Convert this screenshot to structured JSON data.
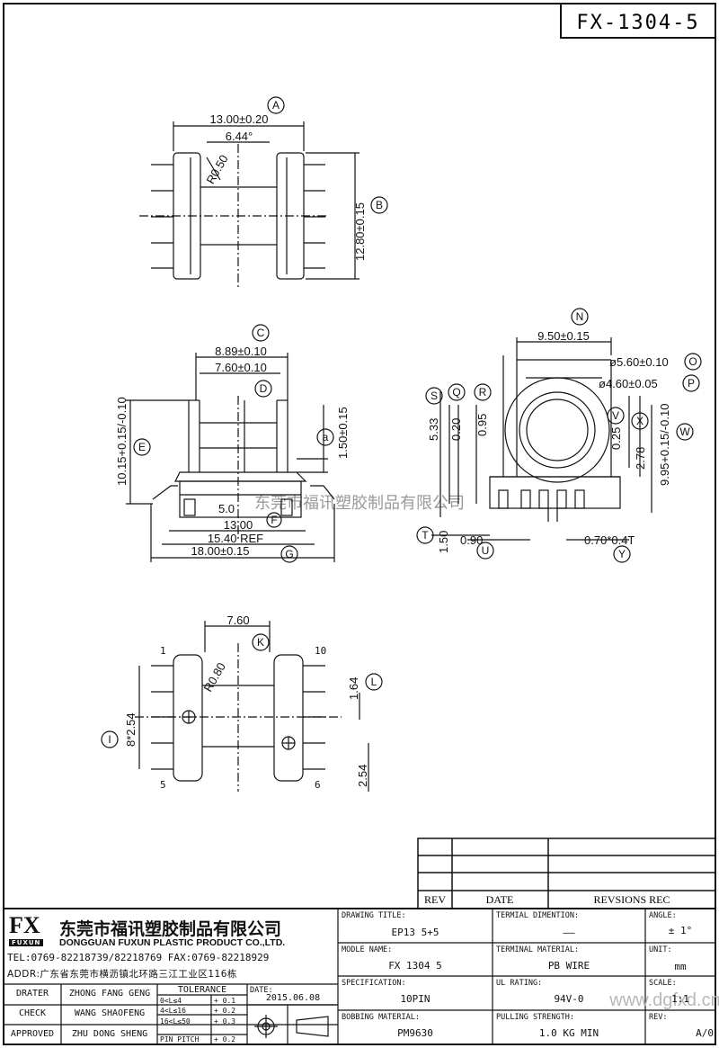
{
  "part_code": "FX-1304-5",
  "watermark_text": "东莞市福讯塑胶制品有限公司",
  "top_view": {
    "label_A": "A",
    "label_B": "B",
    "dim_width": "13.00±0.20",
    "dim_angle": "6.44°",
    "dim_radius": "R0.50",
    "dim_height": "12.80±0.15"
  },
  "front_view": {
    "label_C": "C",
    "label_D": "D",
    "label_E": "E",
    "label_F": "F",
    "label_G": "G",
    "label_a": "a",
    "dim_c": "8.89±0.10",
    "dim_d": "7.60±0.10",
    "dim_e": "10.15+0.15/-0.10",
    "dim_a": "1.50±0.15",
    "dim_f": "5.0",
    "dim_13": "13.00",
    "dim_ref": "15.40 REF",
    "dim_g": "18.00±0.15"
  },
  "side_view": {
    "label_N": "N",
    "label_O": "O",
    "label_P": "P",
    "label_S": "S",
    "label_Q": "Q",
    "label_R": "R",
    "label_V": "V",
    "label_X": "X",
    "label_W": "W",
    "label_T": "T",
    "label_U": "U",
    "label_Y": "Y",
    "dim_n": "9.50±0.15",
    "dim_o": "ø5.60±0.10",
    "dim_p": "ø4.60±0.05",
    "dim_s": "5.33",
    "dim_q": "0.20",
    "dim_r": "0.95",
    "dim_v": "0.25",
    "dim_x": "2.78",
    "dim_w": "9.95+0.15/-0.10",
    "dim_t": "1.50",
    "dim_u": "0.90",
    "dim_y": "0.70*0.4T"
  },
  "bottom_view": {
    "label_K": "K",
    "label_L": "L",
    "label_I": "I",
    "dim_k": "7.60",
    "dim_r": "R0.80",
    "dim_l": "1.64",
    "dim_i": "8*2.54",
    "dim_pitch": "2.54",
    "pin_1": "1",
    "pin_10": "10",
    "pin_5": "5",
    "pin_6": "6"
  },
  "revision_table": {
    "headers": [
      "REV",
      "DATE",
      "REVSIONS REC"
    ]
  },
  "company": {
    "logo": "FX",
    "logo_sub": "FUXUN",
    "name_cn": "东莞市福讯塑胶制品有限公司",
    "name_en": "DONGGUAN FUXUN PLASTIC PRODUCT CO.,LTD.",
    "tel": "TEL:0769-82218739/82218769 FAX:0769-82218929",
    "addr": "ADDR:广东省东莞市横沥镇北环路三江工业区116栋"
  },
  "signoff": [
    {
      "role": "DRATER",
      "name": "ZHONG FANG GENG"
    },
    {
      "role": "CHECK",
      "name": "WANG SHAOFENG"
    },
    {
      "role": "APPROVED",
      "name": "ZHU DONG SHENG"
    }
  ],
  "tolerance": {
    "title": "TOLERANCE",
    "rows": [
      {
        "range": "0<L≤4",
        "tol": "+ 0.1"
      },
      {
        "range": "4<L≤16",
        "tol": "+ 0.2"
      },
      {
        "range": "16<L≤50",
        "tol": "+ 0.3"
      },
      {
        "range": "PIN PITCH",
        "tol": "+ 0.2"
      }
    ]
  },
  "date_label": "DATE:",
  "date_value": "2015.06.08",
  "fields": {
    "drawing_title_label": "DRAWING TITLE:",
    "drawing_title": "EP13 5+5",
    "model_label": "MODLE NAME:",
    "model": "FX 1304 5",
    "spec_label": "SPECIFICATION:",
    "spec": "10PIN",
    "bobbin_label": "BOBBING MATERIAL:",
    "bobbin": "PM9630",
    "terminal_dim_label": "TERMIAL DIMENTION:",
    "terminal_dim": "——",
    "terminal_mat_label": "TERMINAL MATERIAL:",
    "terminal_mat": "PB WIRE",
    "ul_label": "UL RATING:",
    "ul": "94V-0",
    "pull_label": "PULLING STRENGTH:",
    "pull": "1.0 KG MIN",
    "angle_label": "ANGLE:",
    "angle": "± 1°",
    "unit_label": "UNIT:",
    "unit": "mm",
    "scale_label": "SCALE:",
    "scale": "1:1",
    "rev_label": "REV:",
    "rev": "A/0"
  },
  "website_watermark": "www.dgfxd.cn"
}
